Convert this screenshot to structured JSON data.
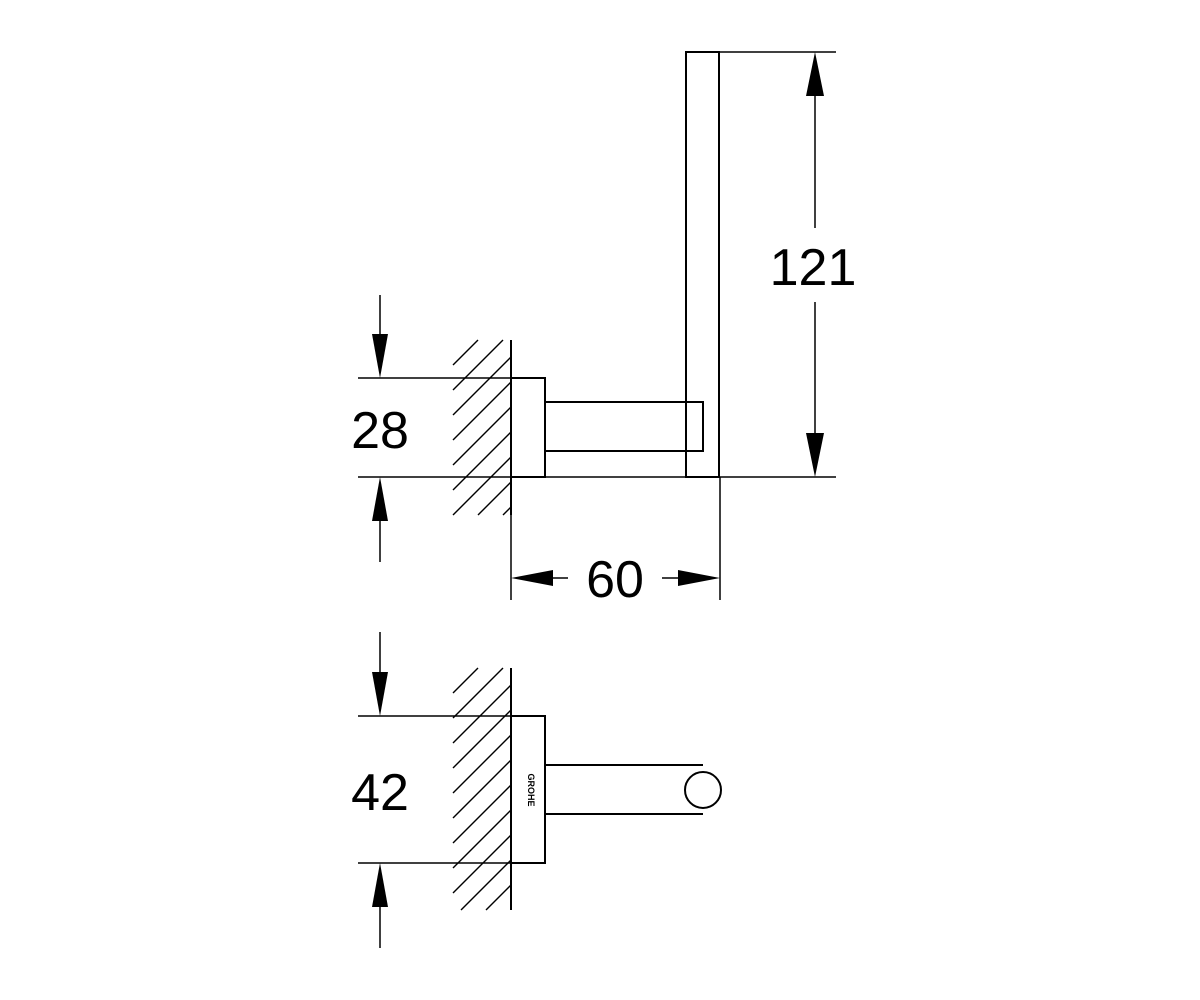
{
  "drawing": {
    "dimensions": {
      "height_overall": "121",
      "depth": "60",
      "side_plate_height": "28",
      "top_plate_height": "42"
    },
    "brand_mark": "GROHE"
  }
}
